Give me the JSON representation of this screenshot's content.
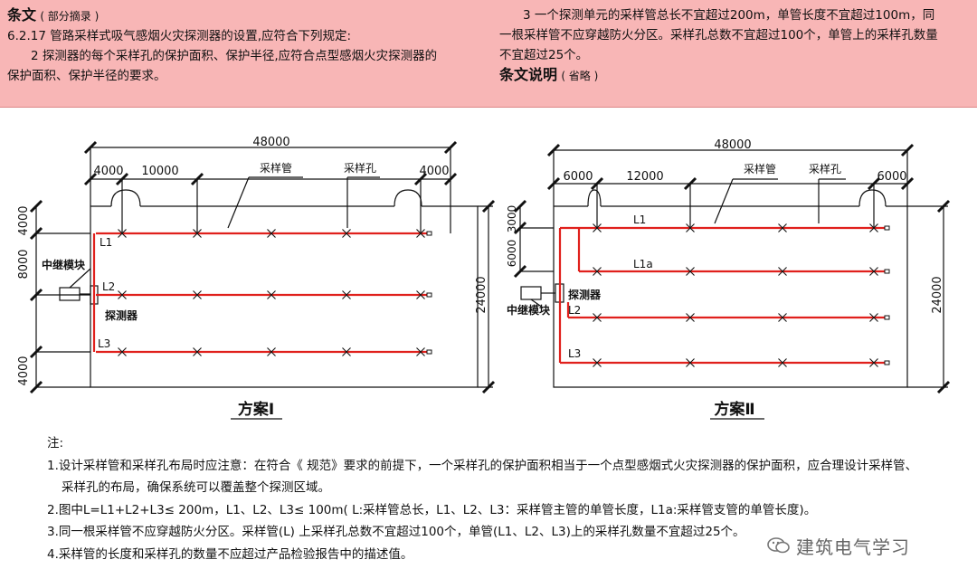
{
  "header": {
    "title": "条文",
    "title_note": "( 部分摘录 )",
    "clause_number": "6.2.17",
    "clause_text": "管路采样式吸气感烟火灾探测器的设置,应符合下列规定:",
    "item2_line1": "2  探测器的每个采样孔的保护面积、保护半径,应符合点型感烟火灾探测器的",
    "item2_line2": "保护面积、保护半径的要求。",
    "item3_line1": "3  一个探测单元的采样管总长不宜超过200m，单管长度不宜超过100m，同",
    "item3_line2": "一根采样管不应穿越防火分区。采样孔总数不宜超过100个，单管上的采样孔数量",
    "item3_line3": "不宜超过25个。",
    "explain_title": "条文说明",
    "explain_note": "( 省略 )"
  },
  "scheme1": {
    "caption": "方案Ⅰ",
    "total_width": "48000",
    "dim_left": "4000",
    "dim_spacing": "10000",
    "dim_right": "4000",
    "v_dim_top": "4000",
    "v_dim_mid": "8000",
    "v_dim_bottom": "4000",
    "height": "24000",
    "label_pipe": "采样管",
    "label_hole": "采样孔",
    "label_relay": "中继模块",
    "label_detector": "探测器",
    "L1": "L1",
    "L2": "L2",
    "L3": "L3"
  },
  "scheme2": {
    "caption": "方案Ⅱ",
    "total_width": "48000",
    "dim_left": "6000",
    "dim_spacing": "12000",
    "dim_right": "6000",
    "v_dim_top": "3000",
    "v_dim_mid": "6000",
    "height": "24000",
    "label_pipe": "采样管",
    "label_hole": "采样孔",
    "label_relay": "中继模块",
    "label_detector": "探测器",
    "L1": "L1",
    "L1a": "L1a",
    "L2": "L2",
    "L3": "L3"
  },
  "notes": {
    "heading": "注:",
    "n1_line1": "1.设计采样管和采样孔布局时应注意：在符合《 规范》要求的前提下，一个采样孔的保护面积相当于一个点型感烟式火灾探测器的保护面积，应合理设计采样管、",
    "n1_line2": "采样孔的布局，确保系统可以覆盖整个探测区域。",
    "n2": "2.图中L=L1+L2+L3≤ 200m，L1、L2、L3≤ 100m( L:采样管总长，L1、L2、L3：采样管主管的单管长度，L1a:采样管支管的单管长度)。",
    "n3": "3.同一根采样管不应穿越防火分区。采样管(L) 上采样孔总数不宜超过100个，单管(L1、L2、L3)上的采样孔数量不宜超过25个。",
    "n4": "4.采样管的长度和采样孔的数量不应超过产品检验报告中的描述值。"
  },
  "watermark": "建筑电气学习",
  "colors": {
    "header_bg": "#f8b6b6",
    "pipe": "#e0201c",
    "line": "#111111"
  }
}
